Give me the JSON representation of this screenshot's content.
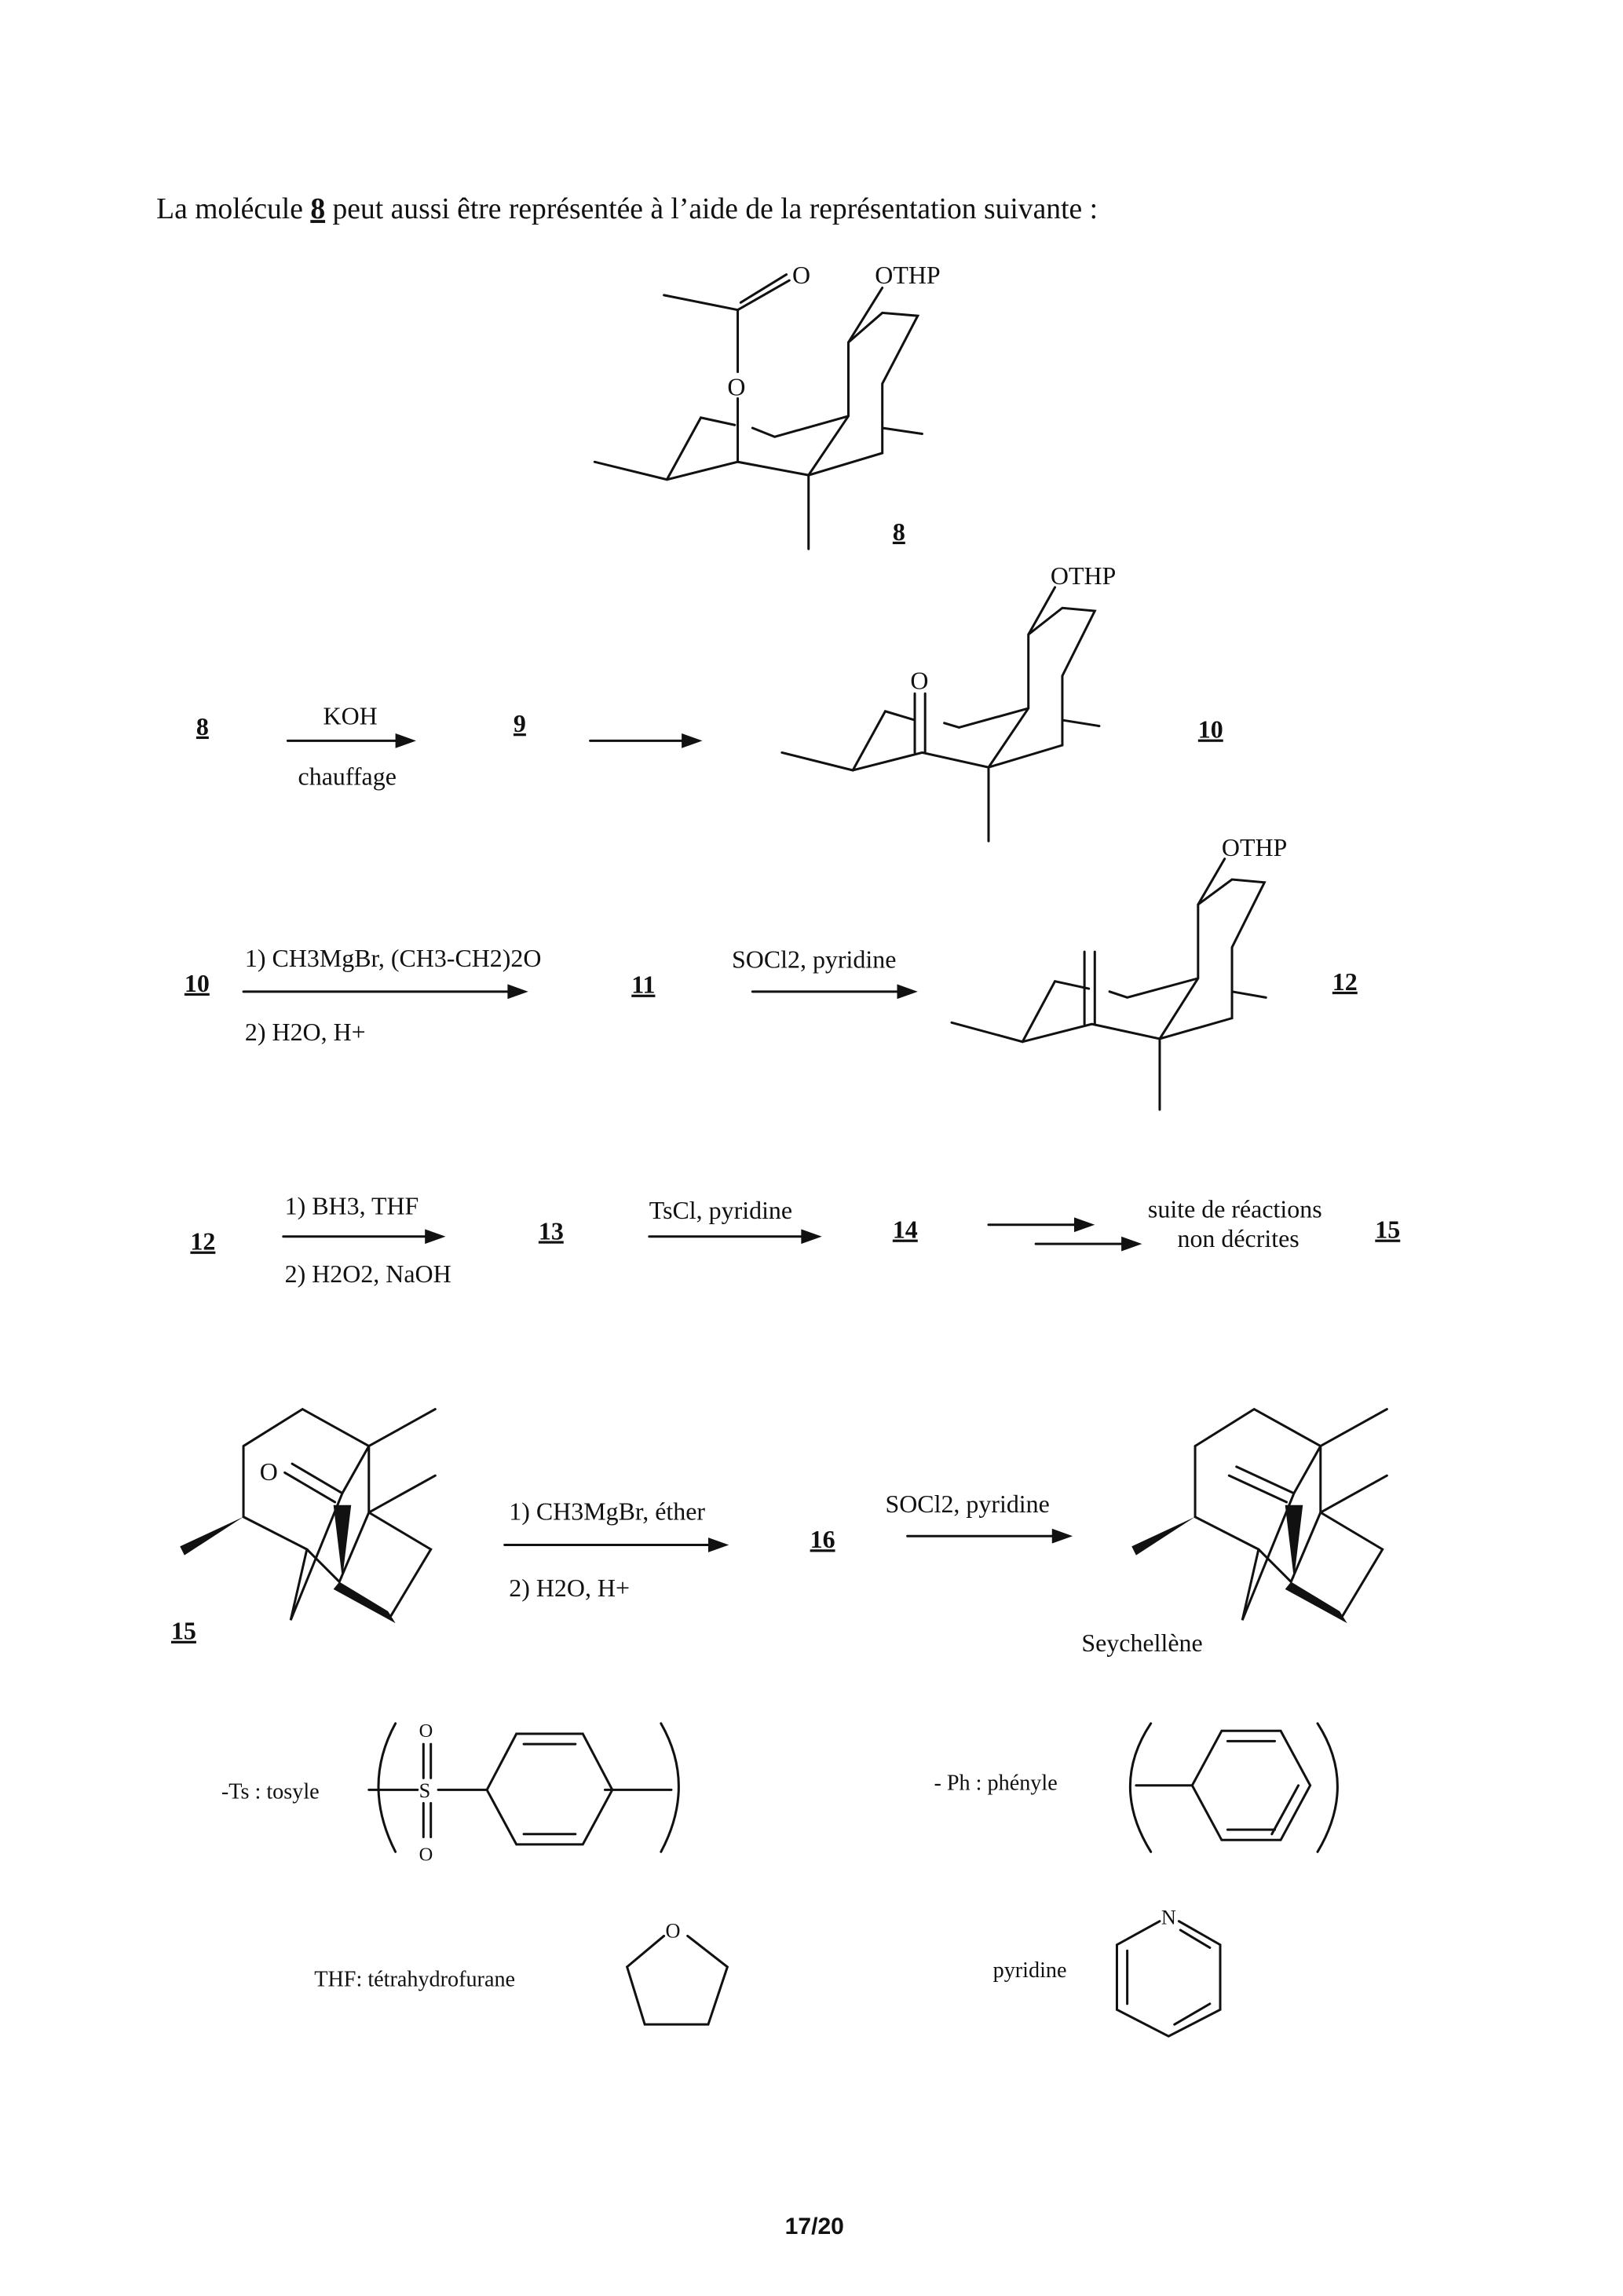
{
  "intro": {
    "before": "La molécule ",
    "num": "8",
    "after": " peut aussi être représentée à l’aide de la représentation suivante :"
  },
  "mol8": {
    "o1": "O",
    "o2": "O",
    "othp": "OTHP",
    "label": "8"
  },
  "step1": {
    "start": "8",
    "reagent": "KOH",
    "condition": "chauffage",
    "mid": "9",
    "o": "O",
    "othp": "OTHP",
    "product": "10"
  },
  "step2": {
    "start": "10",
    "reagent1": "1) CH3MgBr, (CH3-CH2)2O",
    "reagent2": "2) H2O, H+",
    "mid": "11",
    "reagent3": "SOCl2, pyridine",
    "othp": "OTHP",
    "product": "12"
  },
  "step3": {
    "start": "12",
    "reagent1": "1) BH3, THF",
    "reagent2": "2) H2O2, NaOH",
    "p13": "13",
    "reagent3": "TsCl, pyridine",
    "p14": "14",
    "note1": "suite de réactions",
    "note2": "non décrites",
    "p15": "15"
  },
  "step4": {
    "o": "O",
    "start": "15",
    "reagent1": "1) CH3MgBr, éther",
    "reagent2": "2) H2O, H+",
    "mid": "16",
    "reagent3": "SOCl2, pyridine",
    "product": "Seychellène"
  },
  "legend": {
    "ts": "-Ts : tosyle",
    "ts_o": "O",
    "ts_s": "S",
    "ph": "- Ph : phényle",
    "thf": "THF: tétrahydrofurane",
    "thf_o": "O",
    "pyridine": "pyridine",
    "pyr_n": "N"
  },
  "footer": {
    "page": "17/20"
  }
}
